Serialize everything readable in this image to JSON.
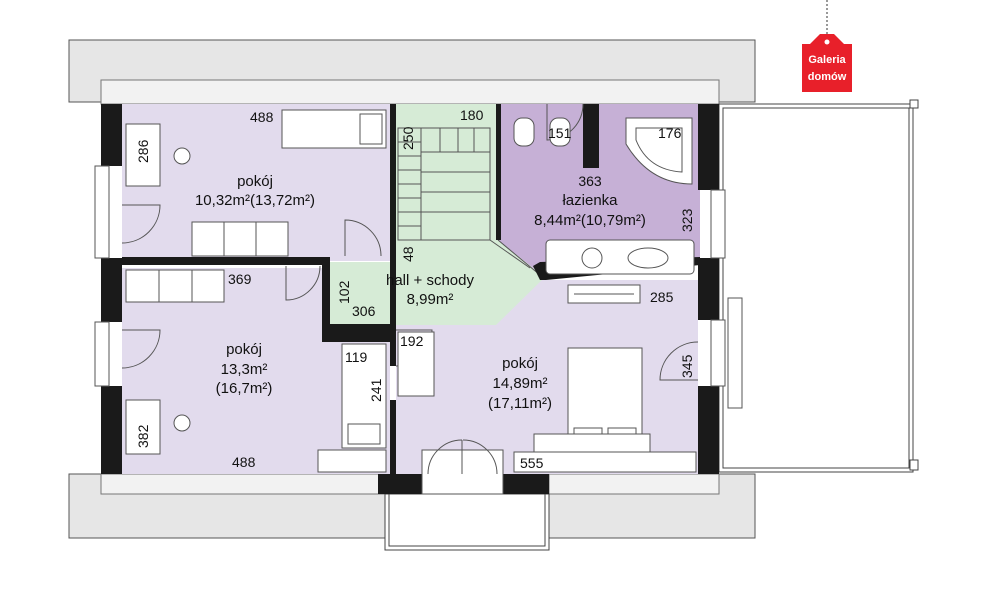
{
  "logo": {
    "line1": "Galeria",
    "line2": "domów",
    "color": "#e8202a"
  },
  "colors": {
    "bedroom": "#e2dbed",
    "bathroom": "#c6b0d6",
    "hall": "#d6ebd6",
    "roof": "#e6e6e6",
    "wall": "#1a1a1a"
  },
  "rooms": {
    "room1": {
      "name": "pokój",
      "area": "10,32m²(13,72m²)"
    },
    "room2": {
      "name": "pokój",
      "area1": "13,3m²",
      "area2": "(16,7m²)"
    },
    "bath": {
      "name": "łazienka",
      "dim": "363",
      "area": "8,44m²(10,79m²)"
    },
    "hall": {
      "name": "hall + schody",
      "area": "8,99m²"
    },
    "room3": {
      "name": "pokój",
      "area1": "14,89m²",
      "area2": "(17,11m²)"
    }
  },
  "dimensions": {
    "d488_top": "488",
    "d286": "286",
    "d250": "250",
    "d180": "180",
    "d151": "151",
    "d176": "176",
    "d323": "323",
    "d48": "48",
    "d369": "369",
    "d102": "102",
    "d306": "306",
    "d285": "285",
    "d119": "119",
    "d192": "192",
    "d241": "241",
    "d345": "345",
    "d382": "382",
    "d488_bottom": "488",
    "d555": "555"
  }
}
